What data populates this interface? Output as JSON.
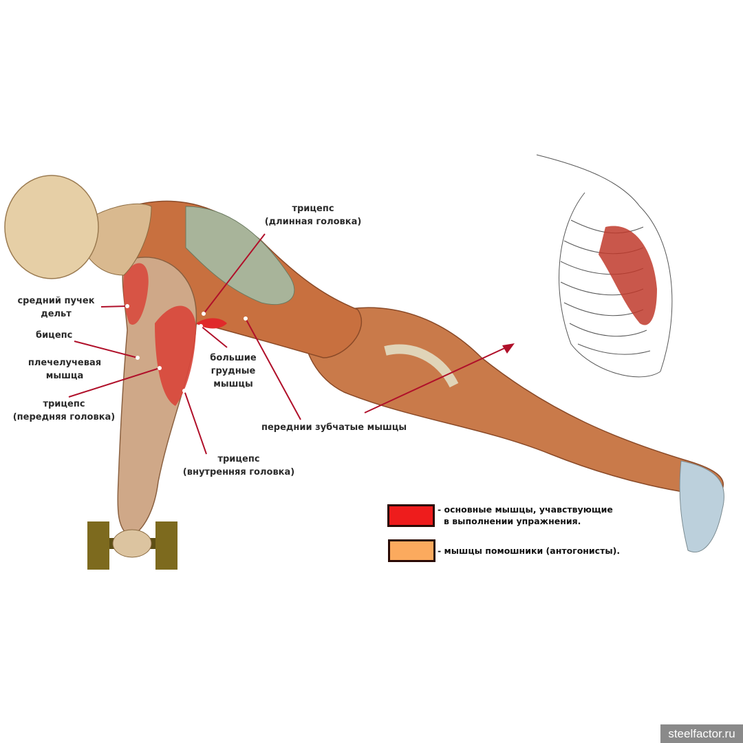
{
  "labels": {
    "triceps_long": [
      "трицепс",
      "(длинная головка)"
    ],
    "middle_delt": [
      "средний пучек",
      "дельт"
    ],
    "biceps": "бицепс",
    "brachioradialis": [
      "плечелучевая",
      "мышца"
    ],
    "triceps_lateral": [
      "трицепс",
      "(передняя головка)"
    ],
    "pectoralis": [
      "большие",
      "грудные",
      "мышцы"
    ],
    "serratus": "переднии зубчатые мышцы",
    "triceps_medial": [
      "трицепс",
      "(внутренняя головка)"
    ]
  },
  "legend": {
    "primary": {
      "line1": "- основные мышцы, учавствующие",
      "line2": "в выполнении упражнения.",
      "color": "#ee1c1c"
    },
    "secondary": {
      "text": "- мышцы помошники (антогонисты).",
      "color": "#fbaa5e"
    }
  },
  "watermark": "steelfactor.ru",
  "colors": {
    "leader": "#b0102a",
    "muscle": "#c8703f",
    "skin": "#e6cfa6",
    "dumbbell": "#7d6a1e"
  }
}
